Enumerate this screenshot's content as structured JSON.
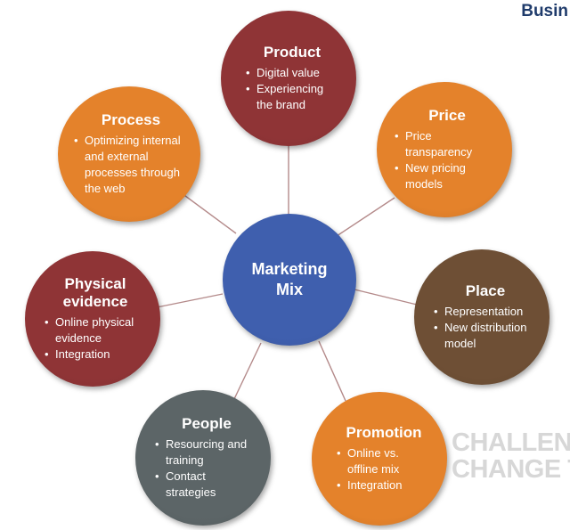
{
  "header": {
    "brand_text": "Busin"
  },
  "watermark": {
    "line1": "CHALLENGE",
    "line2": "CHANGE TO"
  },
  "diagram": {
    "center": {
      "title_line1": "Marketing",
      "title_line2": "Mix",
      "color": "#3f5fae"
    },
    "nodes": [
      {
        "id": "product",
        "title": "Product",
        "color": "#8f3436",
        "bullets": [
          "Digital value",
          "Experiencing the brand"
        ]
      },
      {
        "id": "price",
        "title": "Price",
        "color": "#e4822b",
        "bullets": [
          "Price transparency",
          "New pricing models"
        ]
      },
      {
        "id": "place",
        "title": "Place",
        "color": "#6e4f35",
        "bullets": [
          "Representation",
          "New distribution model"
        ]
      },
      {
        "id": "promotion",
        "title": "Promotion",
        "color": "#e4822b",
        "bullets": [
          "Online vs. offline mix",
          "Integration"
        ]
      },
      {
        "id": "people",
        "title": "People",
        "color": "#5c6567",
        "bullets": [
          "Resourcing and training",
          "Contact strategies"
        ]
      },
      {
        "id": "physical",
        "title": "Physical evidence",
        "color": "#8f3436",
        "bullets": [
          "Online physical evidence",
          "Integration"
        ]
      },
      {
        "id": "process",
        "title": "Process",
        "color": "#e4822b",
        "bullets": [
          "Optimizing internal and external processes through the web"
        ]
      }
    ]
  }
}
